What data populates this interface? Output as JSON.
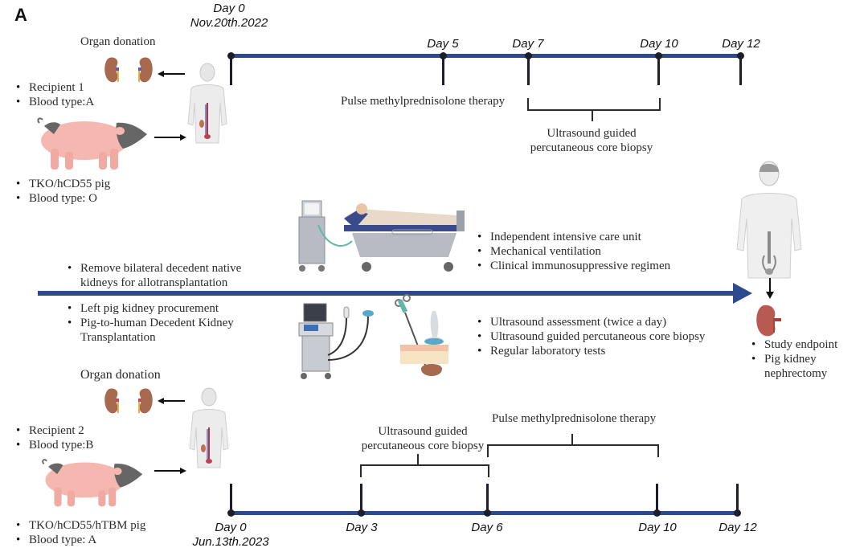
{
  "figure": {
    "panel_label": "A",
    "accent_color": "#2d4a8f"
  },
  "recipient1": {
    "day0_label": "Day 0",
    "date": "Nov.20th.2022",
    "organ_donation": "Organ donation",
    "recipient_info": [
      "Recipient 1",
      "Blood type:A"
    ],
    "pig_info": [
      "TKO/hCD55  pig",
      "Blood type: O"
    ],
    "timeline": {
      "ticks": [
        {
          "label": "Day 0",
          "day": 0
        },
        {
          "label": "Day 5",
          "day": 5
        },
        {
          "label": "Day 7",
          "day": 7
        },
        {
          "label": "Day 10",
          "day": 10
        },
        {
          "label": "Day 12",
          "day": 12
        }
      ],
      "events": [
        {
          "label": "Pulse methylprednisolone therapy",
          "at_day": 5
        },
        {
          "label_lines": [
            "Ultrasound guided",
            "percutaneous core biopsy"
          ],
          "from_day": 7,
          "to_day": 10
        }
      ]
    }
  },
  "recipient2": {
    "day0_label": "Day 0",
    "date": "Jun.13th.2023",
    "organ_donation": "Organ donation",
    "recipient_info": [
      "Recipient 2",
      "Blood type:B"
    ],
    "pig_info": [
      "TKO/hCD55/hTBM pig",
      "Blood type: A"
    ],
    "timeline": {
      "ticks": [
        {
          "label": "Day 0",
          "day": 0
        },
        {
          "label": "Day 3",
          "day": 3
        },
        {
          "label": "Day 6",
          "day": 6
        },
        {
          "label": "Day 10",
          "day": 10
        },
        {
          "label": "Day 12",
          "day": 12
        }
      ],
      "events": [
        {
          "label_lines": [
            "Ultrasound guided",
            "percutaneous core biopsy"
          ],
          "from_day": 3,
          "to_day": 6
        },
        {
          "label": "Pulse methylprednisolone therapy",
          "from_day": 6,
          "to_day": 10
        }
      ]
    }
  },
  "middle": {
    "left_top": [
      "Remove bilateral decedent native",
      "kidneys for allotransplantation"
    ],
    "left_bottom": [
      "Left pig kidney procurement",
      "Pig-to-human Decedent Kidney",
      "Transplantation"
    ],
    "icu_items": [
      "Independent intensive care unit",
      "Mechanical ventilation",
      "Clinical immunosuppressive regimen"
    ],
    "monitor_items": [
      "Ultrasound assessment (twice a day)",
      "Ultrasound guided percutaneous core biopsy",
      "Regular laboratory tests"
    ],
    "endpoint_items": [
      "Study endpoint",
      "Pig kidney nephrectomy"
    ]
  }
}
